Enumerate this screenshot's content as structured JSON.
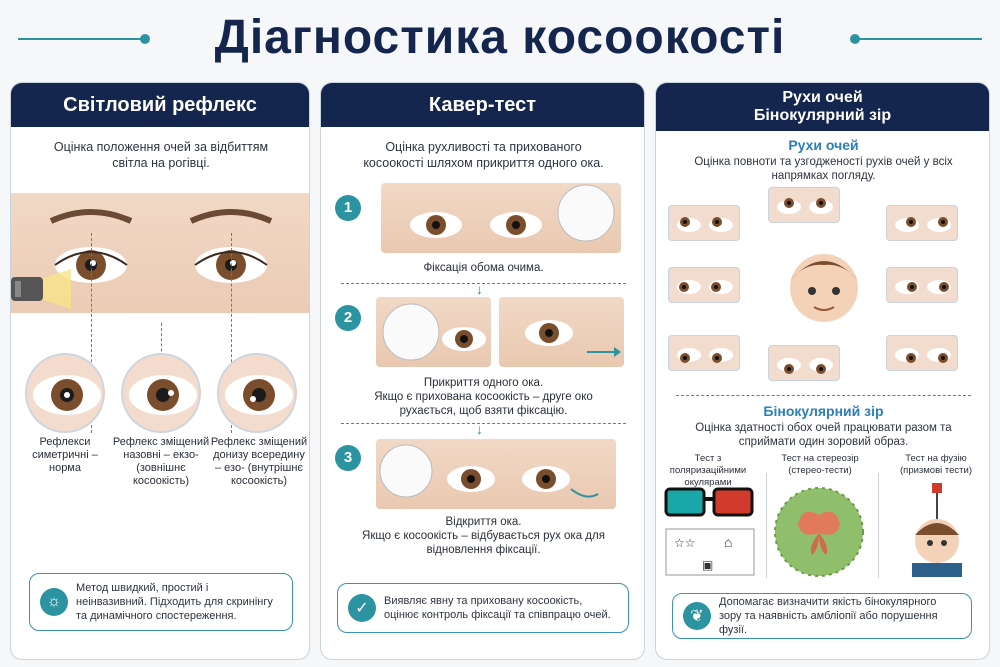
{
  "title": "Діагностика косоокості",
  "colors": {
    "navy": "#14264d",
    "teal": "#2c93a0",
    "blue": "#2c7fb8"
  },
  "card1": {
    "header": "Світловий рефлекс",
    "description": "Оцінка положення очей за відбиттям світла на рогівці.",
    "captions": [
      "Рефлекси симетричні – норма",
      "Рефлекс зміщений назовні – екзо- (зовнішнє косоокість)",
      "Рефлекс зміщений донизу всередину – езо- (внутрішнє косоокість)"
    ],
    "info_icon": "lightbulb-icon",
    "info": "Метод швидкий, простий і неінвазивний. Підходить для скринінгу та динамічного спостереження."
  },
  "card2": {
    "header": "Кавер-тест",
    "description": "Оцінка рухливості та прихованого косоокості шляхом прикриття одного ока.",
    "steps": [
      {
        "num": "1",
        "caption": "Фіксація обома очима."
      },
      {
        "num": "2",
        "caption": "Прикриття одного ока.\nЯкщо є прихована косоокість – друге око рухається, щоб взяти фіксацію."
      },
      {
        "num": "3",
        "caption": "Відкриття ока.\nЯкщо є косоокість – відбувається рух ока для відновлення фіксації."
      }
    ],
    "info_icon": "checkmark-icon",
    "info": "Виявляє явну та приховану косоокість, оцінює контроль фіксації та співпрацю очей."
  },
  "card3": {
    "header_line1": "Рухи очей",
    "header_line2": "Бінокулярний зір",
    "movements_title": "Рухи очей",
    "movements_desc": "Оцінка повноти та узгодженості рухів очей у всіх напрямках погляду.",
    "binocular_title": "Бінокулярний зір",
    "binocular_desc": "Оцінка здатності обох очей працювати разом та сприймати один зоровий образ.",
    "tests": [
      "Тест з поляризаційними окулярами",
      "Тест на стереозір (стерео-тести)",
      "Тест на фузію (призмові тести)"
    ],
    "info_icon": "lungs-icon",
    "info": "Допомагає визначити якість бінокулярного зору та наявність амбліопії або порушення фузії."
  }
}
